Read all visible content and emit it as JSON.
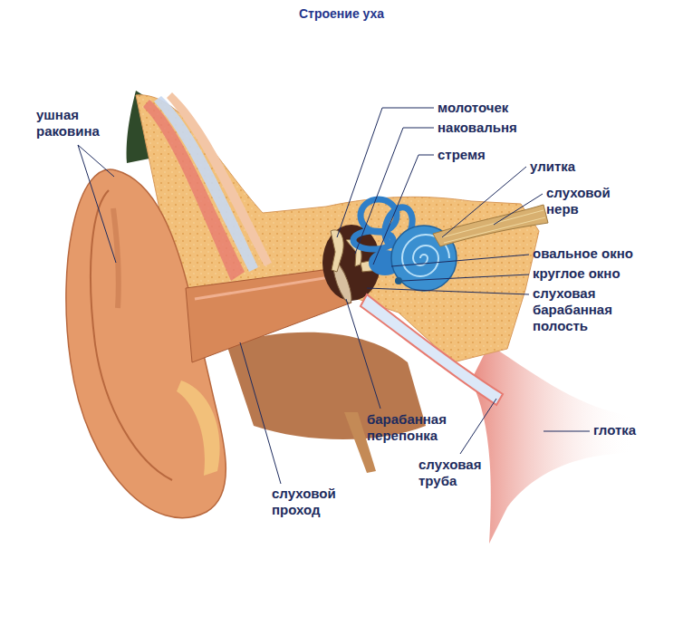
{
  "diagram": {
    "title": "Строение уха",
    "labels": [
      "ушная раковина",
      "молоточек",
      "наковальня",
      "стремя",
      "улитка",
      "слуховой нерв",
      "овальное окно",
      "круглое окно",
      "слуховая барабанная полость",
      "барабанная перепонка",
      "слуховая труба",
      "глотка",
      "слуховой проход"
    ]
  }
}
